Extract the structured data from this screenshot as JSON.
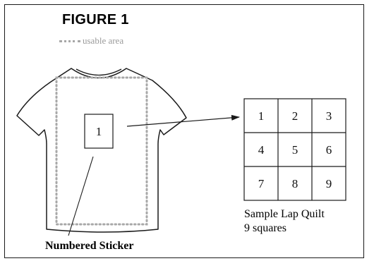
{
  "figure": {
    "title": "FIGURE 1",
    "legend_label": "usable area"
  },
  "shirt": {
    "sticker_number": "1",
    "sticker_caption": "Numbered Sticker"
  },
  "quilt": {
    "squares": [
      "1",
      "2",
      "3",
      "4",
      "5",
      "6",
      "7",
      "8",
      "9"
    ],
    "caption_line1": "Sample Lap Quilt",
    "caption_line2": "9 squares"
  },
  "colors": {
    "outline": "#1a1a1a",
    "usable_area": "#a8a8a8",
    "legend_text": "#9a9a9a"
  }
}
